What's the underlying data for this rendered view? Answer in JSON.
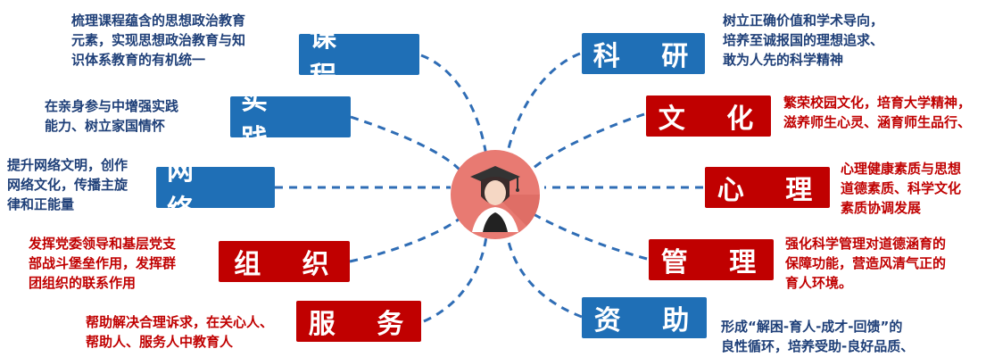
{
  "nodes": [
    {
      "id": "kecheng",
      "label": "课 程",
      "color": "blue",
      "text": [
        "梳理课程蕴含的思想政治教育",
        "元素，实现思想政治教育与知",
        "识体系教育的有机统一"
      ]
    },
    {
      "id": "shijian",
      "label": "实 践",
      "color": "blue",
      "text": [
        "在亲身参与中增强实践",
        "能力、树立家国情怀"
      ]
    },
    {
      "id": "wangluo",
      "label": "网 络",
      "color": "blue",
      "text": [
        "提升网络文明，创作",
        "网络文化，传播主旋",
        "律和正能量"
      ]
    },
    {
      "id": "zuzhi",
      "label": "组 织",
      "color": "red",
      "text": [
        "发挥党委领导和基层党支",
        "部战斗堡垒作用，发挥群",
        "团组织的联系作用"
      ]
    },
    {
      "id": "fuwu",
      "label": "服 务",
      "color": "red",
      "text": [
        "帮助解决合理诉求，在关心人、",
        "帮助人、服务人中教育人"
      ]
    },
    {
      "id": "keyan",
      "label": "科 研",
      "color": "blue",
      "text": [
        "树立正确价值和学术导向，",
        "培养至诚报国的理想追求、",
        "敢为人先的科学精神"
      ]
    },
    {
      "id": "wenhua",
      "label": "文 化",
      "color": "red",
      "text": [
        "繁荣校园文化，培育大学精神，",
        "滋养师生心灵、涵育师生品行、"
      ]
    },
    {
      "id": "xinli",
      "label": "心 理",
      "color": "red",
      "text": [
        "心理健康素质与思想",
        "道德素质、科学文化",
        "素质协调发展"
      ]
    },
    {
      "id": "guanli",
      "label": "管 理",
      "color": "red",
      "text": [
        "强化科学管理对道德涵育的",
        "保障功能，营造风清气正的",
        "育人环境。"
      ]
    },
    {
      "id": "zizhu",
      "label": "资 助",
      "color": "blue",
      "text": [
        "形成“解困-育人-成才-回馈”的",
        "良性循环，培养受助-良好品质、"
      ]
    }
  ],
  "colors": {
    "blue": "#1f6fb6",
    "red": "#c00000",
    "desc_blue": "#1e3f78",
    "dash": "#2f6db5",
    "center": "#e87a72"
  },
  "center_icon": "graduate-avatar-icon"
}
